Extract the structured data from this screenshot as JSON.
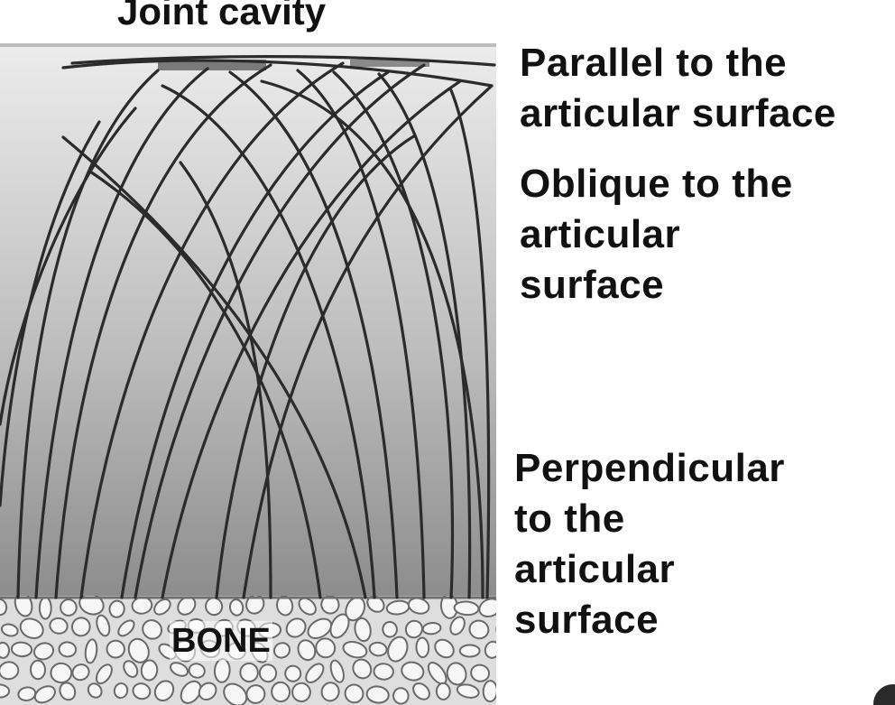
{
  "diagram": {
    "title": "Joint cavity",
    "bone_label": "BONE",
    "labels": {
      "parallel": [
        "Parallel to the",
        "articular surface"
      ],
      "oblique": [
        "Oblique to the",
        "articular",
        "surface"
      ],
      "perpendicular": [
        "Perpendicular",
        "to the",
        "articular",
        "surface"
      ]
    },
    "colors": {
      "fiber": "#2b2b2b",
      "cartilage_top": "#ececec",
      "cartilage_bottom": "#8c8c8c",
      "bone_fill": "#f2f2f2",
      "bone_stroke": "#6a6a6a",
      "text": "#111111"
    }
  }
}
